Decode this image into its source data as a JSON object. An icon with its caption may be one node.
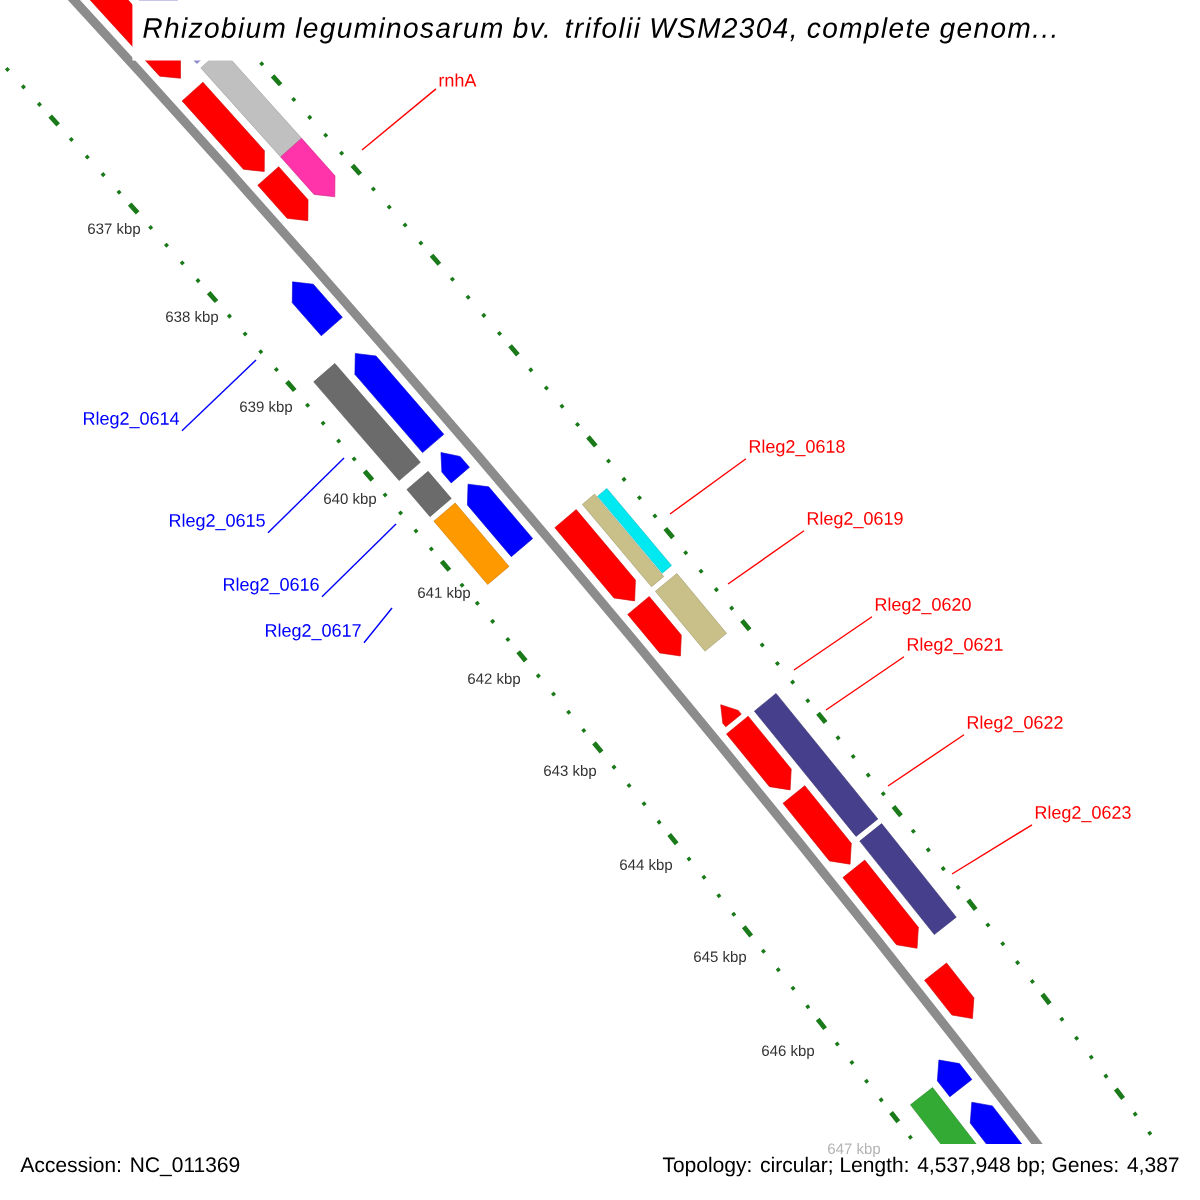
{
  "diagram": {
    "title": "Rhizobium leguminosarum bv. trifolii WSM2304, complete genom...",
    "nodes": [
      {
        "text": [
          "rnhA"
        ]
      },
      {
        "text": [
          "Rleg2_0614"
        ]
      },
      {
        "text": [
          "Rleg2_0615"
        ]
      },
      {
        "text": [
          "Rleg2_0616"
        ]
      },
      {
        "text": [
          "Rleg2_0617"
        ]
      },
      {
        "text": [
          "Rleg2_0618"
        ]
      },
      {
        "text": [
          "Rleg2_0619"
        ]
      },
      {
        "text": [
          "Rleg2_0620"
        ]
      },
      {
        "text": [
          "Rleg2_0621"
        ]
      },
      {
        "text": [
          "Rleg2_0622"
        ]
      },
      {
        "text": [
          "Rleg2_0623"
        ]
      }
    ],
    "edges": [
      {
        "from": 0,
        "to": null,
        "arrow": "none"
      },
      {
        "from": 1,
        "to": null,
        "arrow": "none",
        "color": "#0000ff"
      },
      {
        "from": 2,
        "to": null,
        "arrow": "none",
        "color": "#0000ff"
      },
      {
        "from": 3,
        "to": null,
        "arrow": "none",
        "color": "#0000ff"
      },
      {
        "from": 4,
        "to": null,
        "arrow": "none",
        "color": "#0000ff"
      },
      {
        "from": 5,
        "to": null,
        "arrow": "none"
      },
      {
        "from": 6,
        "to": null,
        "arrow": "none"
      },
      {
        "from": 7,
        "to": null,
        "arrow": "none"
      },
      {
        "from": 8,
        "to": null,
        "arrow": "none"
      },
      {
        "from": 9,
        "to": null,
        "arrow": "none"
      },
      {
        "from": 10,
        "to": null,
        "arrow": "none"
      }
    ],
    "labels": [
      "637 kbp",
      "638 kbp",
      "639 kbp",
      "640 kbp",
      "641 kbp",
      "642 kbp",
      "643 kbp",
      "644 kbp",
      "645 kbp",
      "646 kbp",
      "647 kbp",
      "Accession: NC_011369",
      "Topology: circular; Length: 4,537,948 bp; Genes: 4,387"
    ]
  }
}
